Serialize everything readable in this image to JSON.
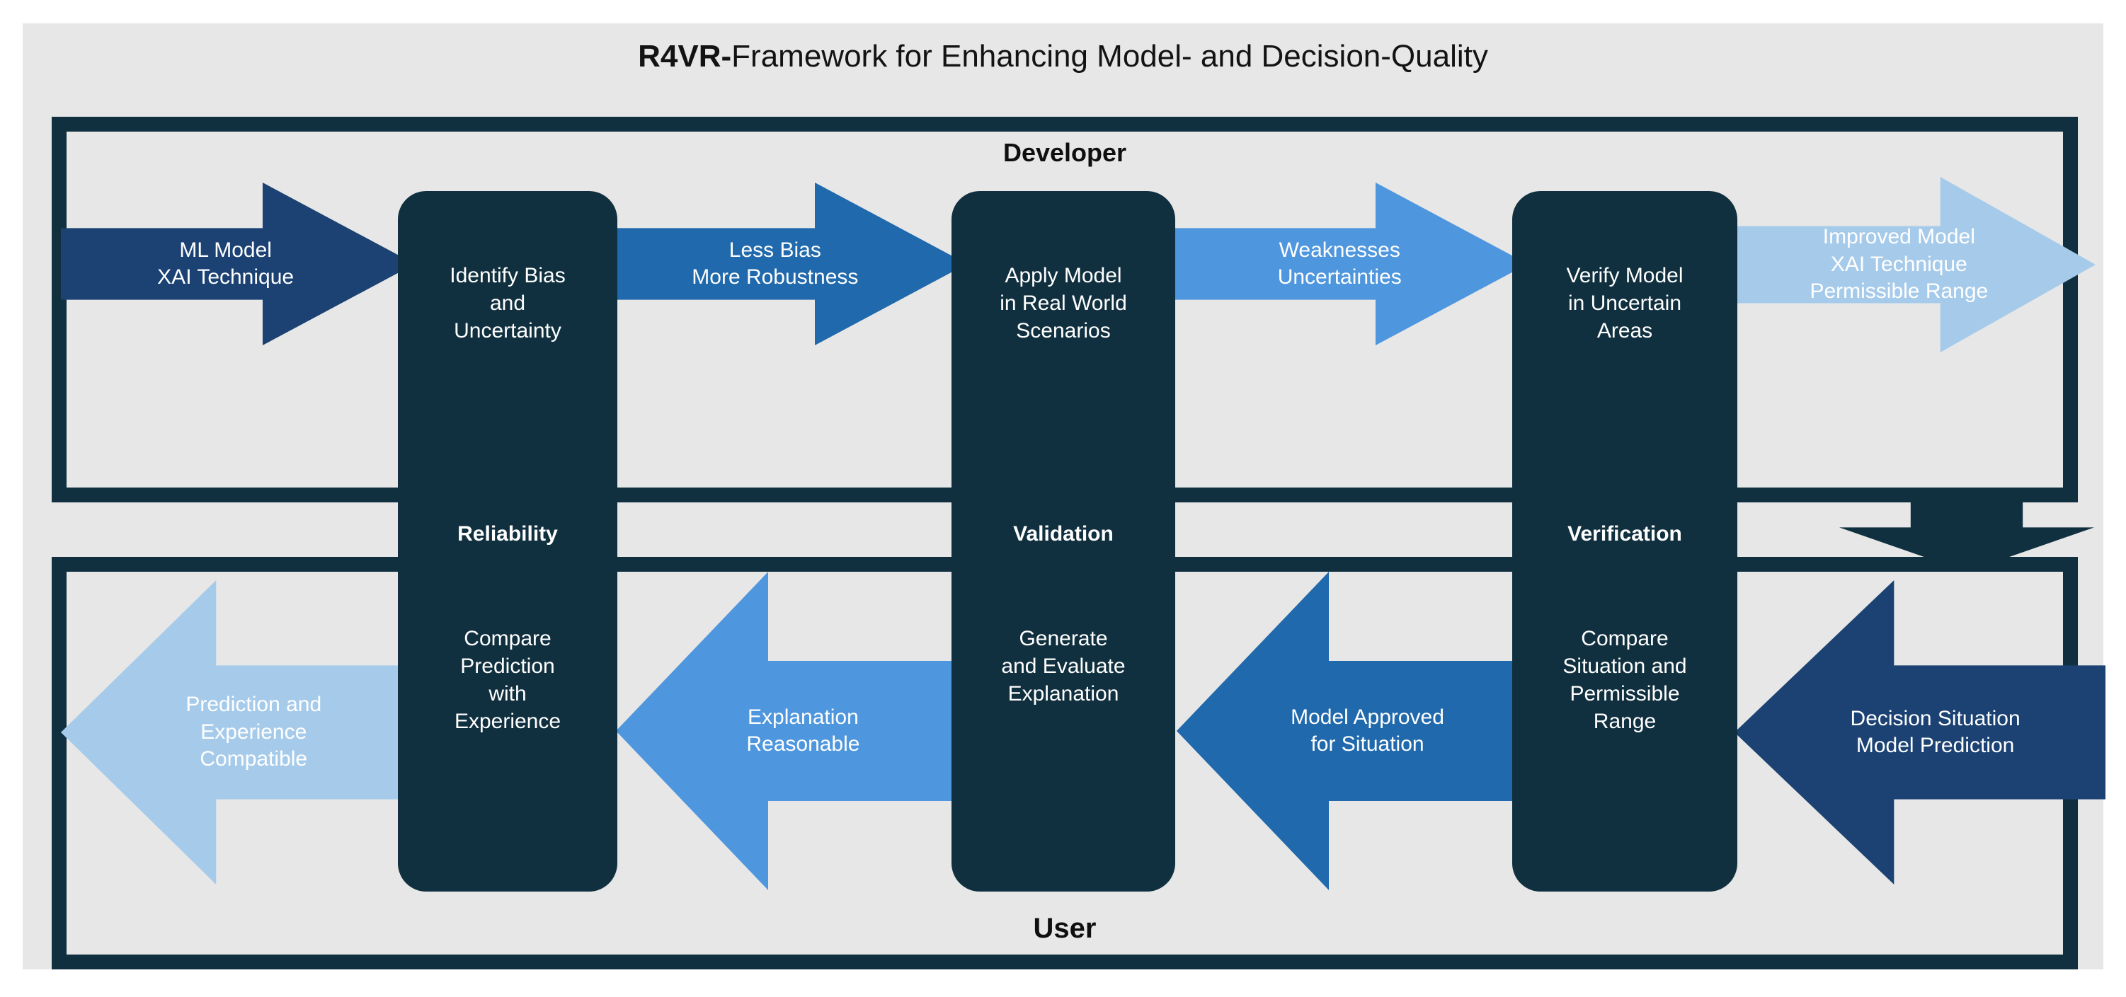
{
  "title": {
    "bold_prefix": "R4VR-",
    "rest": "Framework for Enhancing Model- and Decision-Quality"
  },
  "colors": {
    "background": "#e7e7e7",
    "dark_navy": "#11303f",
    "arrow_dark_blue": "#1b4273",
    "arrow_mid_blue": "#2069ac",
    "arrow_light_blue": "#4e96dd",
    "arrow_pale_blue": "#a6cbea",
    "text_on_dark": "#ffffff",
    "title_text": "#131313"
  },
  "frames": {
    "top_label": "Developer",
    "bottom_label": "User"
  },
  "stages": [
    {
      "name": "Reliability",
      "node_text": "Identify Bias\nand\nUncertainty"
    },
    {
      "name": "Validation",
      "node_text": "Apply Model\nin Real World\nScenarios"
    },
    {
      "name": "Verification",
      "node_text": "Verify Model\nin Uncertain\nAreas"
    }
  ],
  "nodes_top": [
    {
      "id": "identify-bias",
      "lines": [
        "Identify Bias",
        "and",
        "Uncertainty"
      ],
      "stage": "Reliability"
    },
    {
      "id": "apply-model",
      "lines": [
        "Apply Model",
        "in Real World",
        "Scenarios"
      ],
      "stage": "Validation"
    },
    {
      "id": "verify-model",
      "lines": [
        "Verify Model",
        "in Uncertain",
        "Areas"
      ],
      "stage": "Verification"
    }
  ],
  "nodes_bottom": [
    {
      "id": "compare-prediction-experience",
      "lines": [
        "Compare",
        "Prediction",
        "with",
        "Experience"
      ]
    },
    {
      "id": "generate-evaluate-explanation",
      "lines": [
        "Generate",
        "and Evaluate",
        "Explanation"
      ]
    },
    {
      "id": "compare-situation-range",
      "lines": [
        "Compare",
        "Situation and",
        "Permissible",
        "Range"
      ]
    }
  ],
  "arrows_top": [
    {
      "id": "ml-model-xai",
      "lines": [
        "ML Model",
        "XAI Technique"
      ],
      "color": "#1b4273",
      "direction": "right"
    },
    {
      "id": "less-bias",
      "lines": [
        "Less Bias",
        "More Robustness"
      ],
      "color": "#2069ac",
      "direction": "right"
    },
    {
      "id": "weaknesses",
      "lines": [
        "Weaknesses",
        "Uncertainties"
      ],
      "color": "#4e96dd",
      "direction": "right"
    },
    {
      "id": "improved-model",
      "lines": [
        "Improved Model",
        "XAI Technique",
        "Permissible Range"
      ],
      "color": "#a6cbea",
      "direction": "right"
    }
  ],
  "arrows_bottom": [
    {
      "id": "prediction-experience-compatible",
      "lines": [
        "Prediction and",
        "Experience",
        "Compatible"
      ],
      "color": "#a6cbea",
      "direction": "left"
    },
    {
      "id": "explanation-reasonable",
      "lines": [
        "Explanation",
        "Reasonable"
      ],
      "color": "#4e96dd",
      "direction": "left"
    },
    {
      "id": "model-approved",
      "lines": [
        "Model Approved",
        "for Situation"
      ],
      "color": "#2069ac",
      "direction": "left"
    },
    {
      "id": "decision-situation",
      "lines": [
        "Decision Situation",
        "Model Prediction"
      ],
      "color": "#1b4273",
      "direction": "left"
    }
  ],
  "connector": {
    "id": "developer-to-user-connector",
    "direction": "down",
    "color": "#11303f"
  }
}
